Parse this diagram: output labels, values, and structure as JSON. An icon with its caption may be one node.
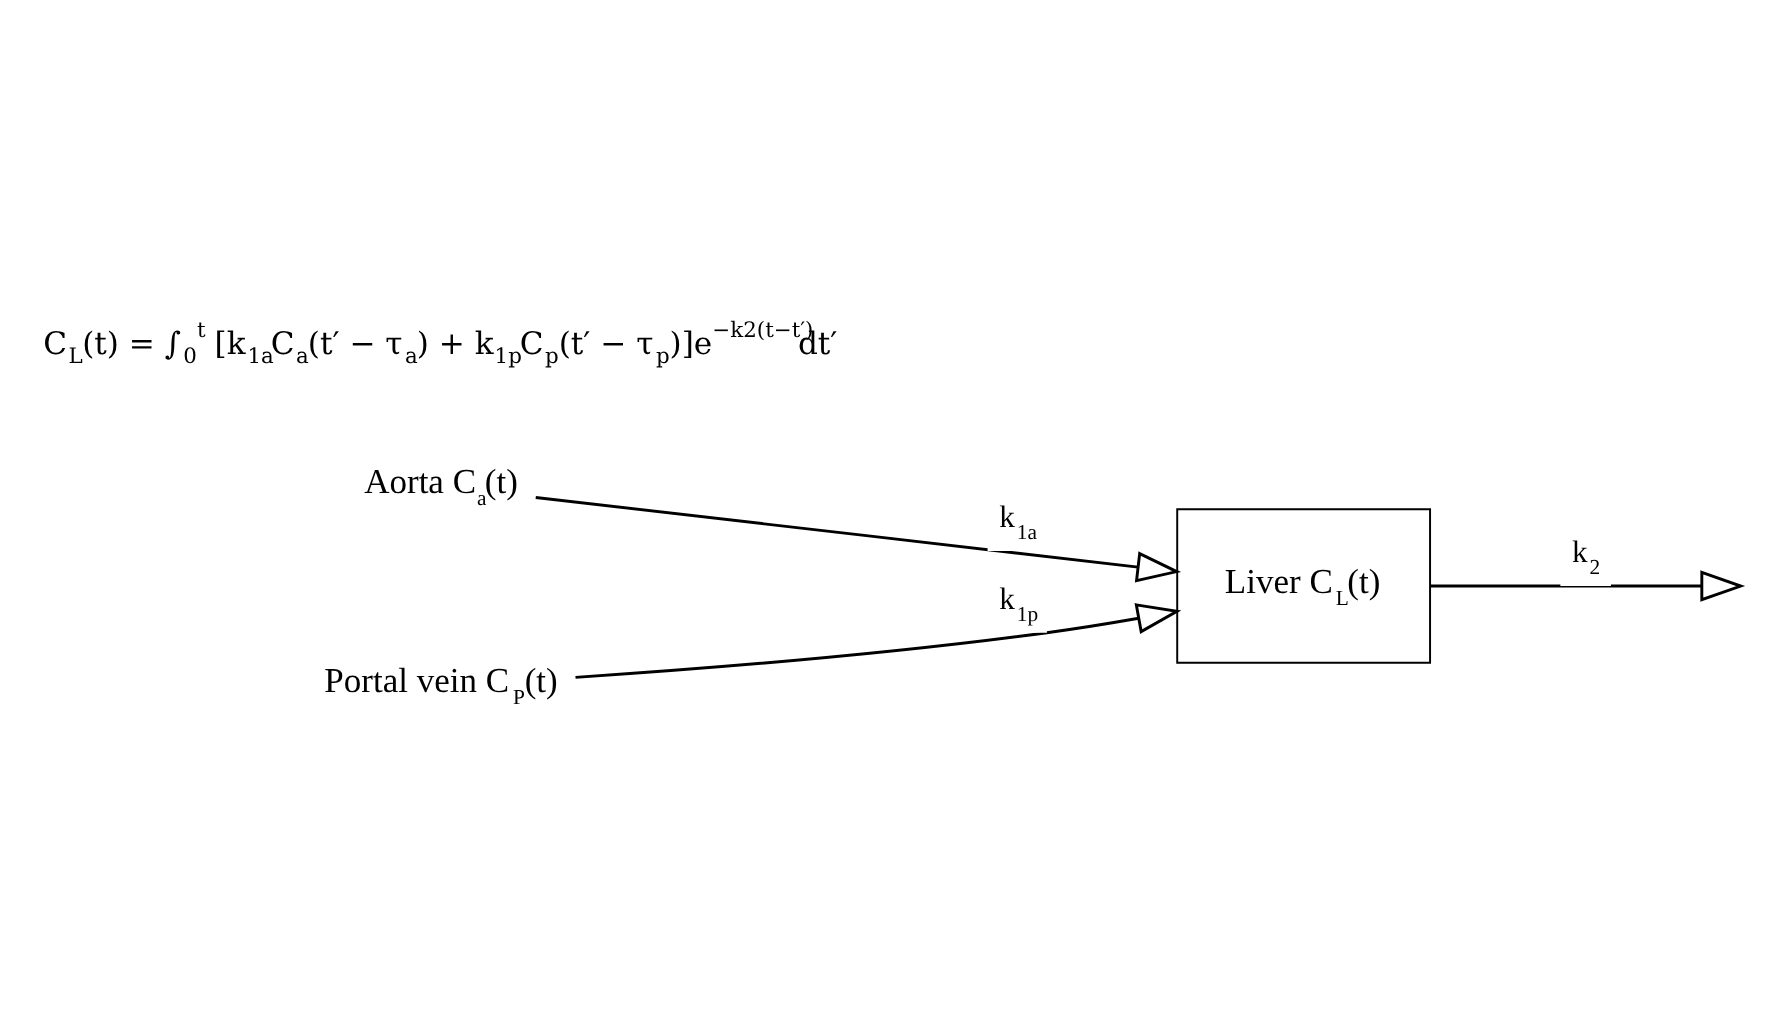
{
  "diagram": {
    "nodes": [
      {
        "text": [
          "Aorta C$_{a}$(t)"
        ]
      },
      {
        "text": [
          "Portal vein C$_{P}$(t)"
        ]
      },
      {
        "text": [
          "Liver C$_{L}$(t)"
        ]
      }
    ],
    "edges": [
      {
        "from": 0,
        "to": 2,
        "arrow": "to",
        "label": "k$_{1a}$"
      },
      {
        "from": 1,
        "to": 2,
        "arrow": "to",
        "label": "k$_{1p}$"
      },
      {
        "from": 2,
        "to": null,
        "arrow": "to",
        "label": "k$_{2}$"
      }
    ],
    "labels": [
      "C$_{L}$(t) = ∫$_{0}$$^{t}$ [k$_{1a}$C$_{a}$(t′ − τ$_{a}$) + k$_{1p}$C$_{p}$(t′ − τ$_{p}$)]e$^{−k2(t−t′)}$dt′"
    ]
  }
}
